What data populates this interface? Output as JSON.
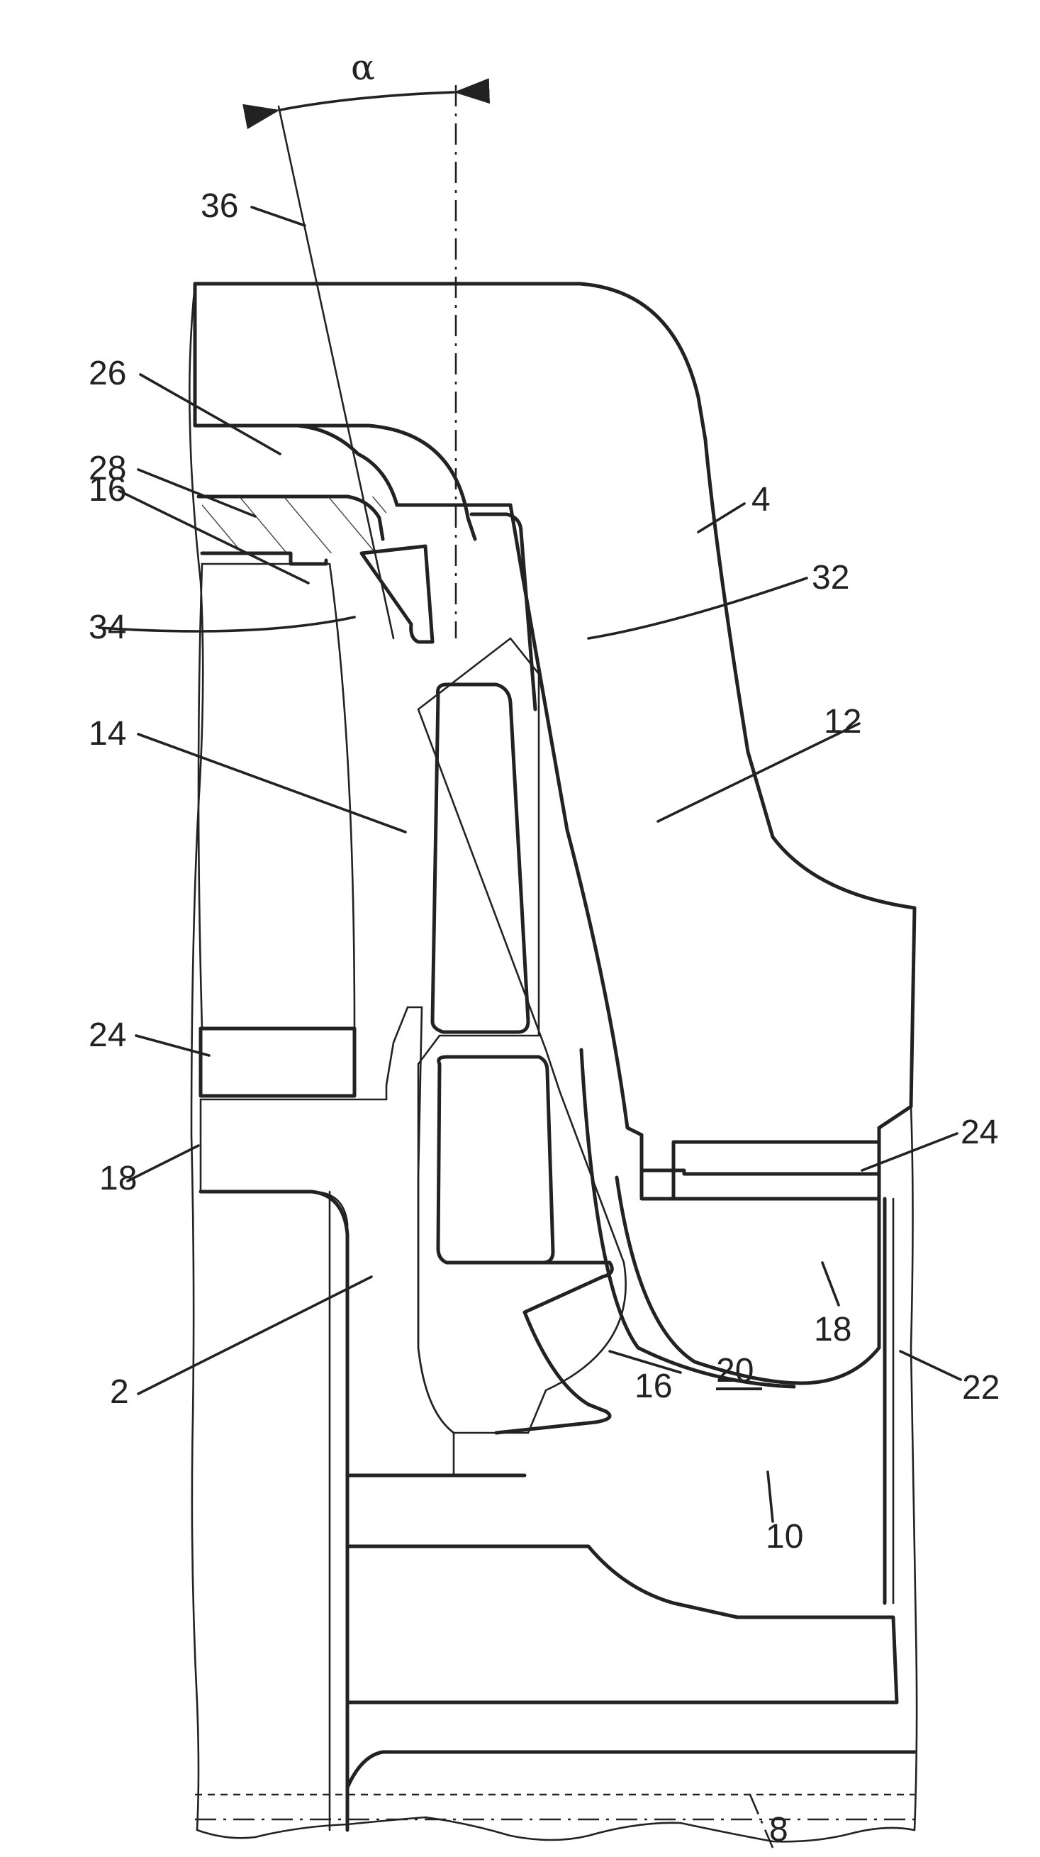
{
  "figure": {
    "type": "patent cross-section drawing",
    "angle_symbol": "α",
    "labels": [
      {
        "id": "label-36",
        "text": "36"
      },
      {
        "id": "label-26",
        "text": "26"
      },
      {
        "id": "label-28",
        "text": "28"
      },
      {
        "id": "label-16-top",
        "text": "16"
      },
      {
        "id": "label-4",
        "text": "4"
      },
      {
        "id": "label-32",
        "text": "32"
      },
      {
        "id": "label-34",
        "text": "34"
      },
      {
        "id": "label-14",
        "text": "14"
      },
      {
        "id": "label-12",
        "text": "12"
      },
      {
        "id": "label-24-left",
        "text": "24"
      },
      {
        "id": "label-24-right",
        "text": "24"
      },
      {
        "id": "label-18-left",
        "text": "18"
      },
      {
        "id": "label-18-right",
        "text": "18"
      },
      {
        "id": "label-2",
        "text": "2"
      },
      {
        "id": "label-16-bottom",
        "text": "16"
      },
      {
        "id": "label-20",
        "text": "20",
        "underlined": true
      },
      {
        "id": "label-22",
        "text": "22"
      },
      {
        "id": "label-10",
        "text": "10"
      },
      {
        "id": "label-8",
        "text": "8"
      }
    ]
  }
}
